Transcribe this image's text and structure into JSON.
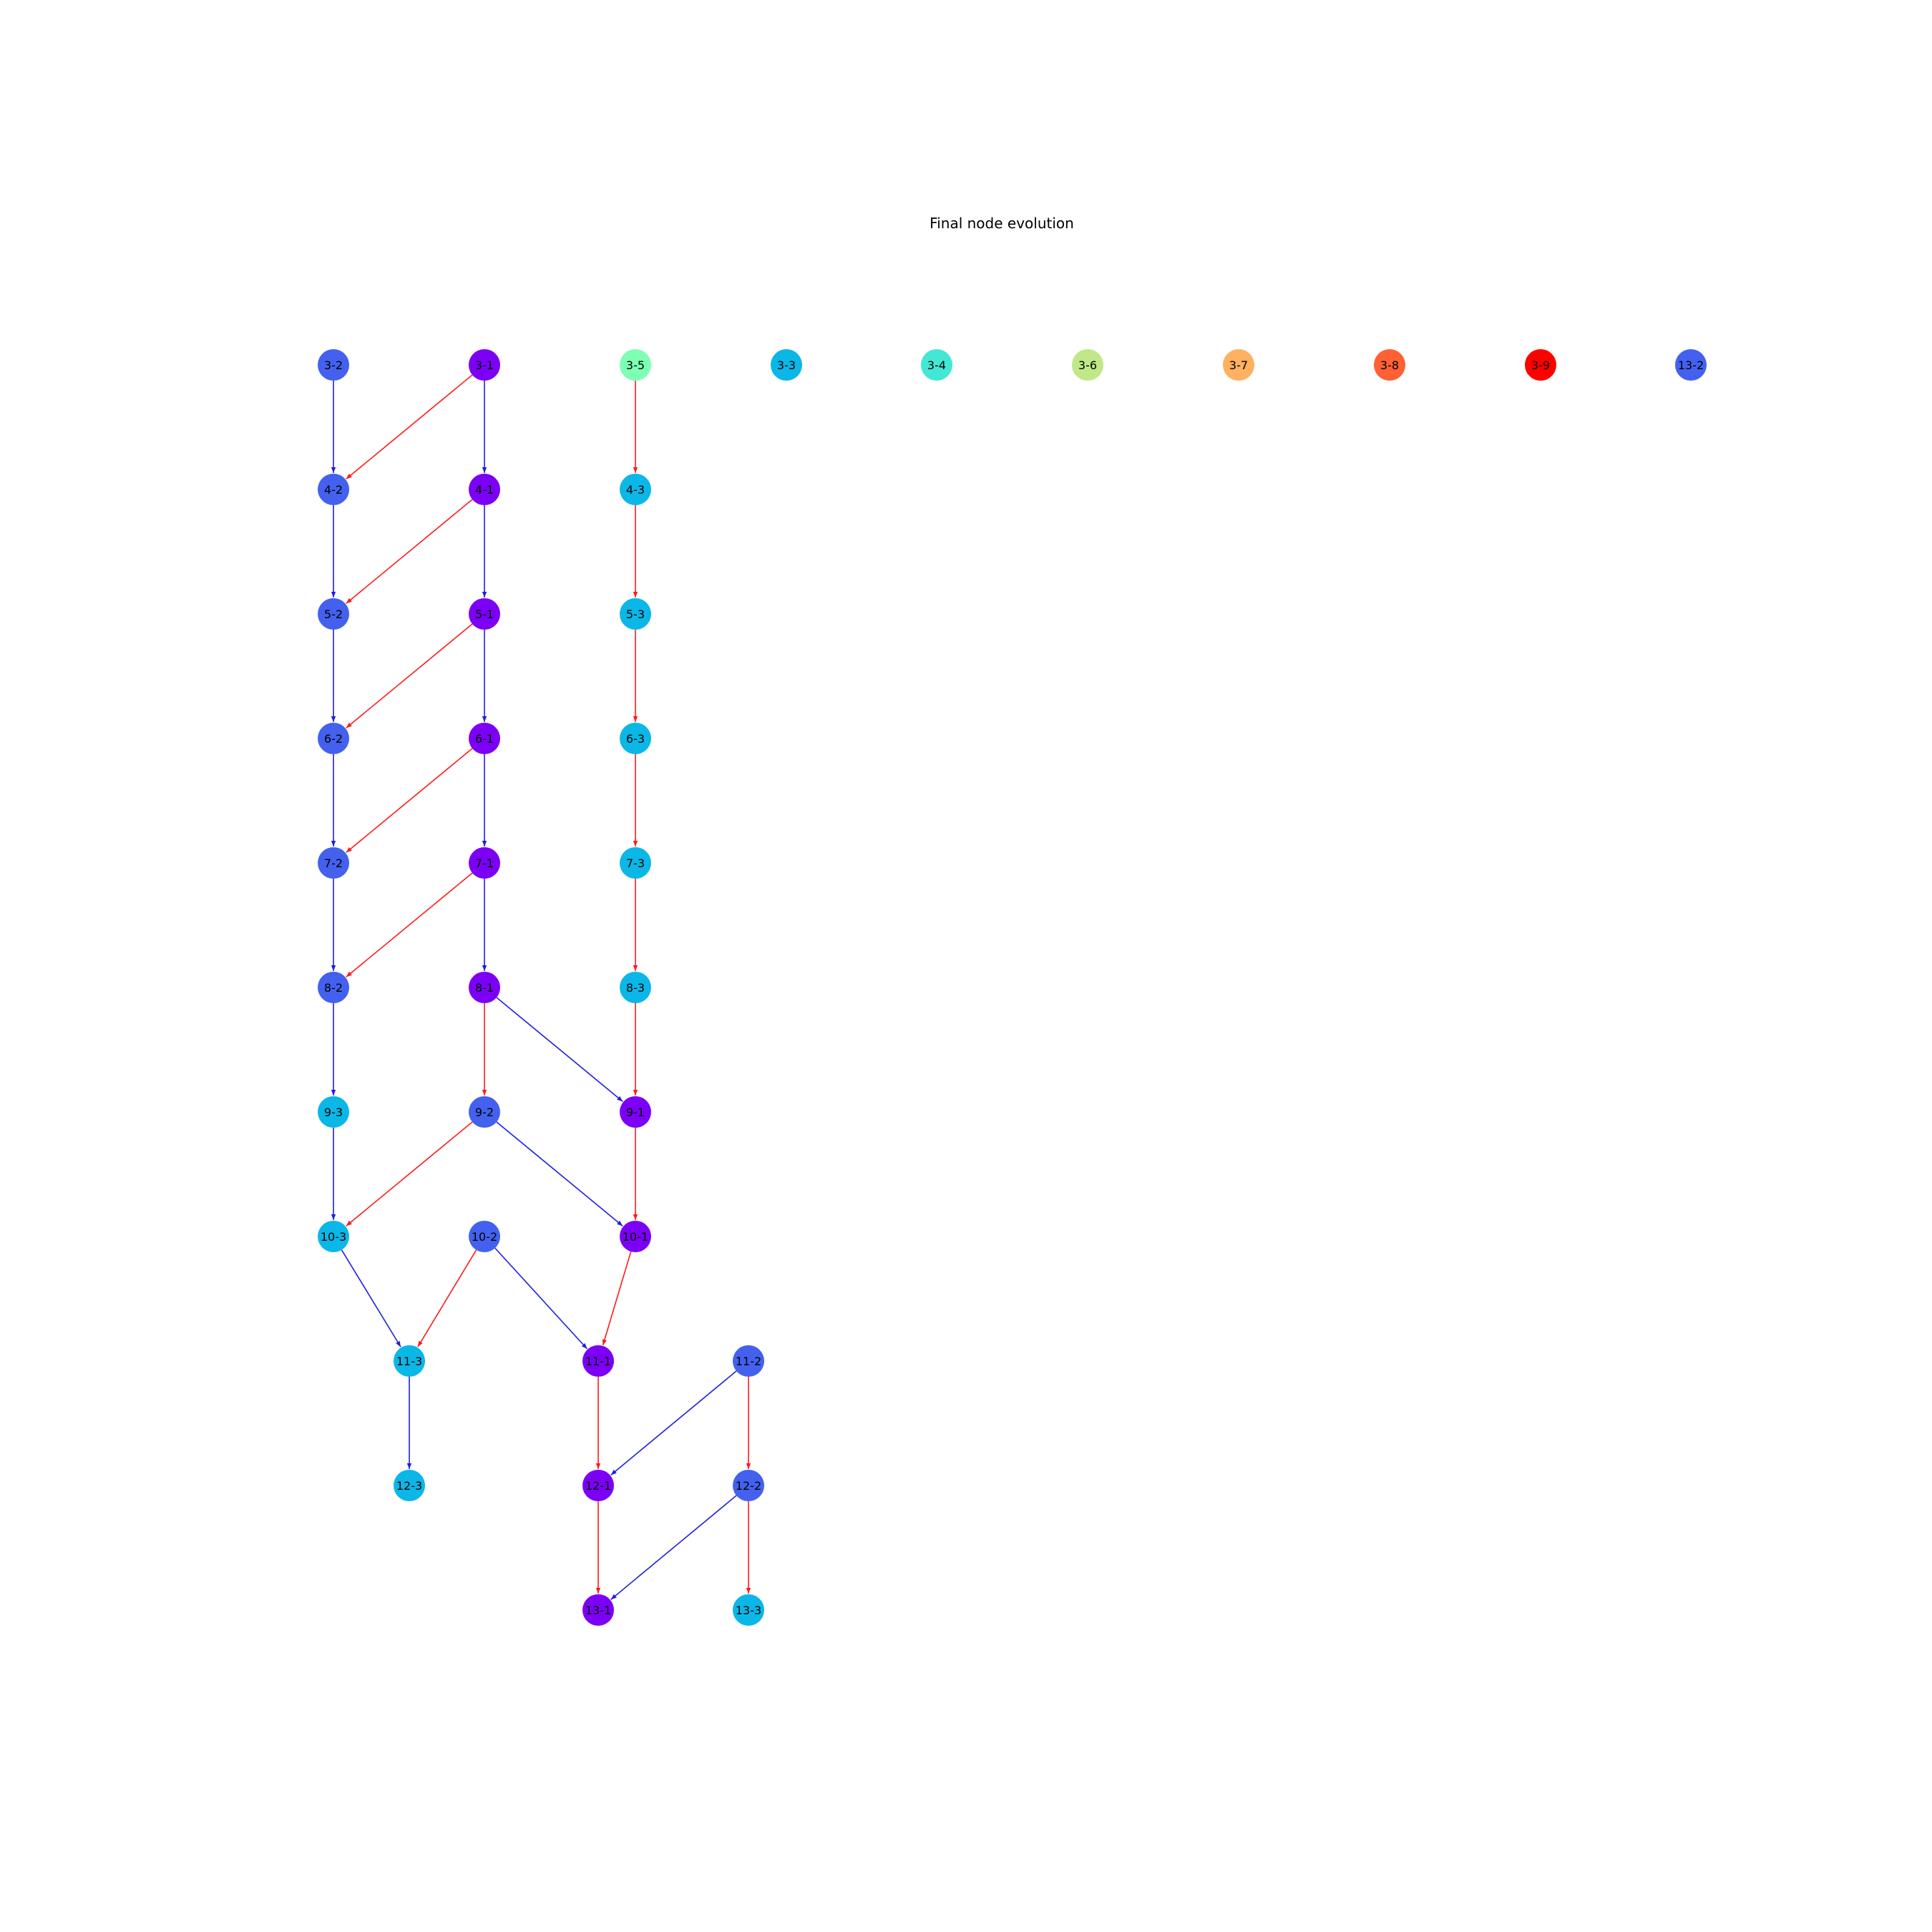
{
  "title": "Final node evolution",
  "edge_colors": {
    "red": "#ff1a1a",
    "blue": "#1f1fe0"
  },
  "nodes": [
    {
      "id": "3-2",
      "color": "#4361ee"
    },
    {
      "id": "3-1",
      "color": "#7b00f5"
    },
    {
      "id": "3-5",
      "color": "#7dffb4"
    },
    {
      "id": "3-3",
      "color": "#0bb7e6"
    },
    {
      "id": "3-4",
      "color": "#42e8d4"
    },
    {
      "id": "3-6",
      "color": "#c0e887"
    },
    {
      "id": "3-7",
      "color": "#ffb060"
    },
    {
      "id": "3-8",
      "color": "#ff6034"
    },
    {
      "id": "3-9",
      "color": "#ff0000"
    },
    {
      "id": "13-2",
      "color": "#4361ee"
    },
    {
      "id": "4-2",
      "color": "#4361ee"
    },
    {
      "id": "4-1",
      "color": "#7b00f5"
    },
    {
      "id": "4-3",
      "color": "#0bb7e6"
    },
    {
      "id": "5-2",
      "color": "#4361ee"
    },
    {
      "id": "5-1",
      "color": "#7b00f5"
    },
    {
      "id": "5-3",
      "color": "#0bb7e6"
    },
    {
      "id": "6-2",
      "color": "#4361ee"
    },
    {
      "id": "6-1",
      "color": "#7b00f5"
    },
    {
      "id": "6-3",
      "color": "#0bb7e6"
    },
    {
      "id": "7-2",
      "color": "#4361ee"
    },
    {
      "id": "7-1",
      "color": "#7b00f5"
    },
    {
      "id": "7-3",
      "color": "#0bb7e6"
    },
    {
      "id": "8-2",
      "color": "#4361ee"
    },
    {
      "id": "8-1",
      "color": "#7b00f5"
    },
    {
      "id": "8-3",
      "color": "#0bb7e6"
    },
    {
      "id": "9-3",
      "color": "#0bb7e6"
    },
    {
      "id": "9-2",
      "color": "#4361ee"
    },
    {
      "id": "9-1",
      "color": "#7b00f5"
    },
    {
      "id": "10-3",
      "color": "#0bb7e6"
    },
    {
      "id": "10-2",
      "color": "#4361ee"
    },
    {
      "id": "10-1",
      "color": "#7b00f5"
    },
    {
      "id": "11-3",
      "color": "#0bb7e6"
    },
    {
      "id": "11-1",
      "color": "#7b00f5"
    },
    {
      "id": "11-2",
      "color": "#4361ee"
    },
    {
      "id": "12-3",
      "color": "#0bb7e6"
    },
    {
      "id": "12-1",
      "color": "#7b00f5"
    },
    {
      "id": "12-2",
      "color": "#4361ee"
    },
    {
      "id": "13-1",
      "color": "#7b00f5"
    },
    {
      "id": "13-3",
      "color": "#0bb7e6"
    }
  ],
  "edges": [
    {
      "from": "3-2",
      "to": "4-2",
      "color": "blue"
    },
    {
      "from": "3-1",
      "to": "4-2",
      "color": "red"
    },
    {
      "from": "3-1",
      "to": "4-1",
      "color": "blue"
    },
    {
      "from": "3-5",
      "to": "4-3",
      "color": "red"
    },
    {
      "from": "4-2",
      "to": "5-2",
      "color": "blue"
    },
    {
      "from": "4-1",
      "to": "5-2",
      "color": "red"
    },
    {
      "from": "4-1",
      "to": "5-1",
      "color": "blue"
    },
    {
      "from": "4-3",
      "to": "5-3",
      "color": "red"
    },
    {
      "from": "5-2",
      "to": "6-2",
      "color": "blue"
    },
    {
      "from": "5-1",
      "to": "6-2",
      "color": "red"
    },
    {
      "from": "5-1",
      "to": "6-1",
      "color": "blue"
    },
    {
      "from": "5-3",
      "to": "6-3",
      "color": "red"
    },
    {
      "from": "6-2",
      "to": "7-2",
      "color": "blue"
    },
    {
      "from": "6-1",
      "to": "7-2",
      "color": "red"
    },
    {
      "from": "6-1",
      "to": "7-1",
      "color": "blue"
    },
    {
      "from": "6-3",
      "to": "7-3",
      "color": "red"
    },
    {
      "from": "7-2",
      "to": "8-2",
      "color": "blue"
    },
    {
      "from": "7-1",
      "to": "8-2",
      "color": "red"
    },
    {
      "from": "7-1",
      "to": "8-1",
      "color": "blue"
    },
    {
      "from": "7-3",
      "to": "8-3",
      "color": "red"
    },
    {
      "from": "8-2",
      "to": "9-3",
      "color": "blue"
    },
    {
      "from": "8-1",
      "to": "9-2",
      "color": "red"
    },
    {
      "from": "8-1",
      "to": "9-1",
      "color": "blue"
    },
    {
      "from": "8-3",
      "to": "9-1",
      "color": "red"
    },
    {
      "from": "9-3",
      "to": "10-3",
      "color": "blue"
    },
    {
      "from": "9-2",
      "to": "10-3",
      "color": "red"
    },
    {
      "from": "9-2",
      "to": "10-1",
      "color": "blue"
    },
    {
      "from": "9-1",
      "to": "10-1",
      "color": "red"
    },
    {
      "from": "10-3",
      "to": "11-3",
      "color": "blue"
    },
    {
      "from": "10-2",
      "to": "11-3",
      "color": "red"
    },
    {
      "from": "10-2",
      "to": "11-1",
      "color": "blue"
    },
    {
      "from": "10-1",
      "to": "11-1",
      "color": "red"
    },
    {
      "from": "11-3",
      "to": "12-3",
      "color": "blue"
    },
    {
      "from": "11-1",
      "to": "12-1",
      "color": "red"
    },
    {
      "from": "11-2",
      "to": "12-1",
      "color": "blue"
    },
    {
      "from": "11-2",
      "to": "12-2",
      "color": "red"
    },
    {
      "from": "12-1",
      "to": "13-1",
      "color": "red"
    },
    {
      "from": "12-2",
      "to": "13-1",
      "color": "blue"
    },
    {
      "from": "12-2",
      "to": "13-3",
      "color": "red"
    }
  ]
}
